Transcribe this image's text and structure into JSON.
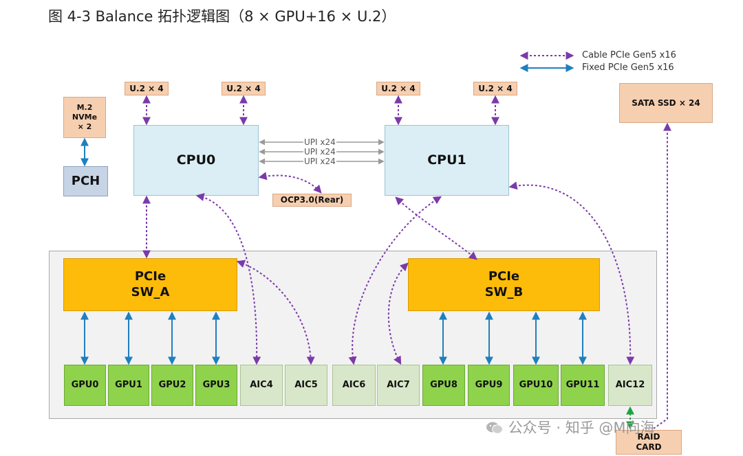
{
  "title": "图 4-3 Balance 拓扑逻辑图（8 × GPU+16 × U.2）",
  "legend": {
    "cable_label": "Cable PCIe Gen5 x16",
    "fixed_label": "Fixed PCIe Gen5 x16"
  },
  "colors": {
    "cable_link": "#7b3aa9",
    "fixed_link": "#1f7fbf",
    "upi_link": "#9a9a9a",
    "raid_link": "#20a040",
    "storage_box": "#f6cfb0",
    "cpu_box": "#dbeef5",
    "switch_box": "#fdbb0a",
    "gpu_box": "#8fd24c",
    "aic_box": "#d8e7c9"
  },
  "nodes": {
    "u2": [
      "U.2 × 4",
      "U.2 × 4",
      "U.2 × 4",
      "U.2 × 4"
    ],
    "m2": "M.2\nNVMe\n× 2",
    "pch": "PCH",
    "cpu0": "CPU0",
    "cpu1": "CPU1",
    "upi": [
      "UPI x24",
      "UPI x24",
      "UPI x24"
    ],
    "ocp": "OCP3.0(Rear)",
    "sata": "SATA SSD  × 24",
    "sw_a": "PCIe\nSW_A",
    "sw_b": "PCIe\nSW_B",
    "raid": "RAID\nCARD",
    "slots": [
      {
        "label": "GPU0",
        "kind": "gpu"
      },
      {
        "label": "GPU1",
        "kind": "gpu"
      },
      {
        "label": "GPU2",
        "kind": "gpu"
      },
      {
        "label": "GPU3",
        "kind": "gpu"
      },
      {
        "label": "AIC4",
        "kind": "aic"
      },
      {
        "label": "AIC5",
        "kind": "aic"
      },
      {
        "label": "AIC6",
        "kind": "aic"
      },
      {
        "label": "AIC7",
        "kind": "aic"
      },
      {
        "label": "GPU8",
        "kind": "gpu"
      },
      {
        "label": "GPU9",
        "kind": "gpu"
      },
      {
        "label": "GPU10",
        "kind": "gpu"
      },
      {
        "label": "GPU11",
        "kind": "gpu"
      },
      {
        "label": "AIC12",
        "kind": "aic"
      }
    ]
  },
  "watermark": "公众号 · 知乎 @M向海"
}
